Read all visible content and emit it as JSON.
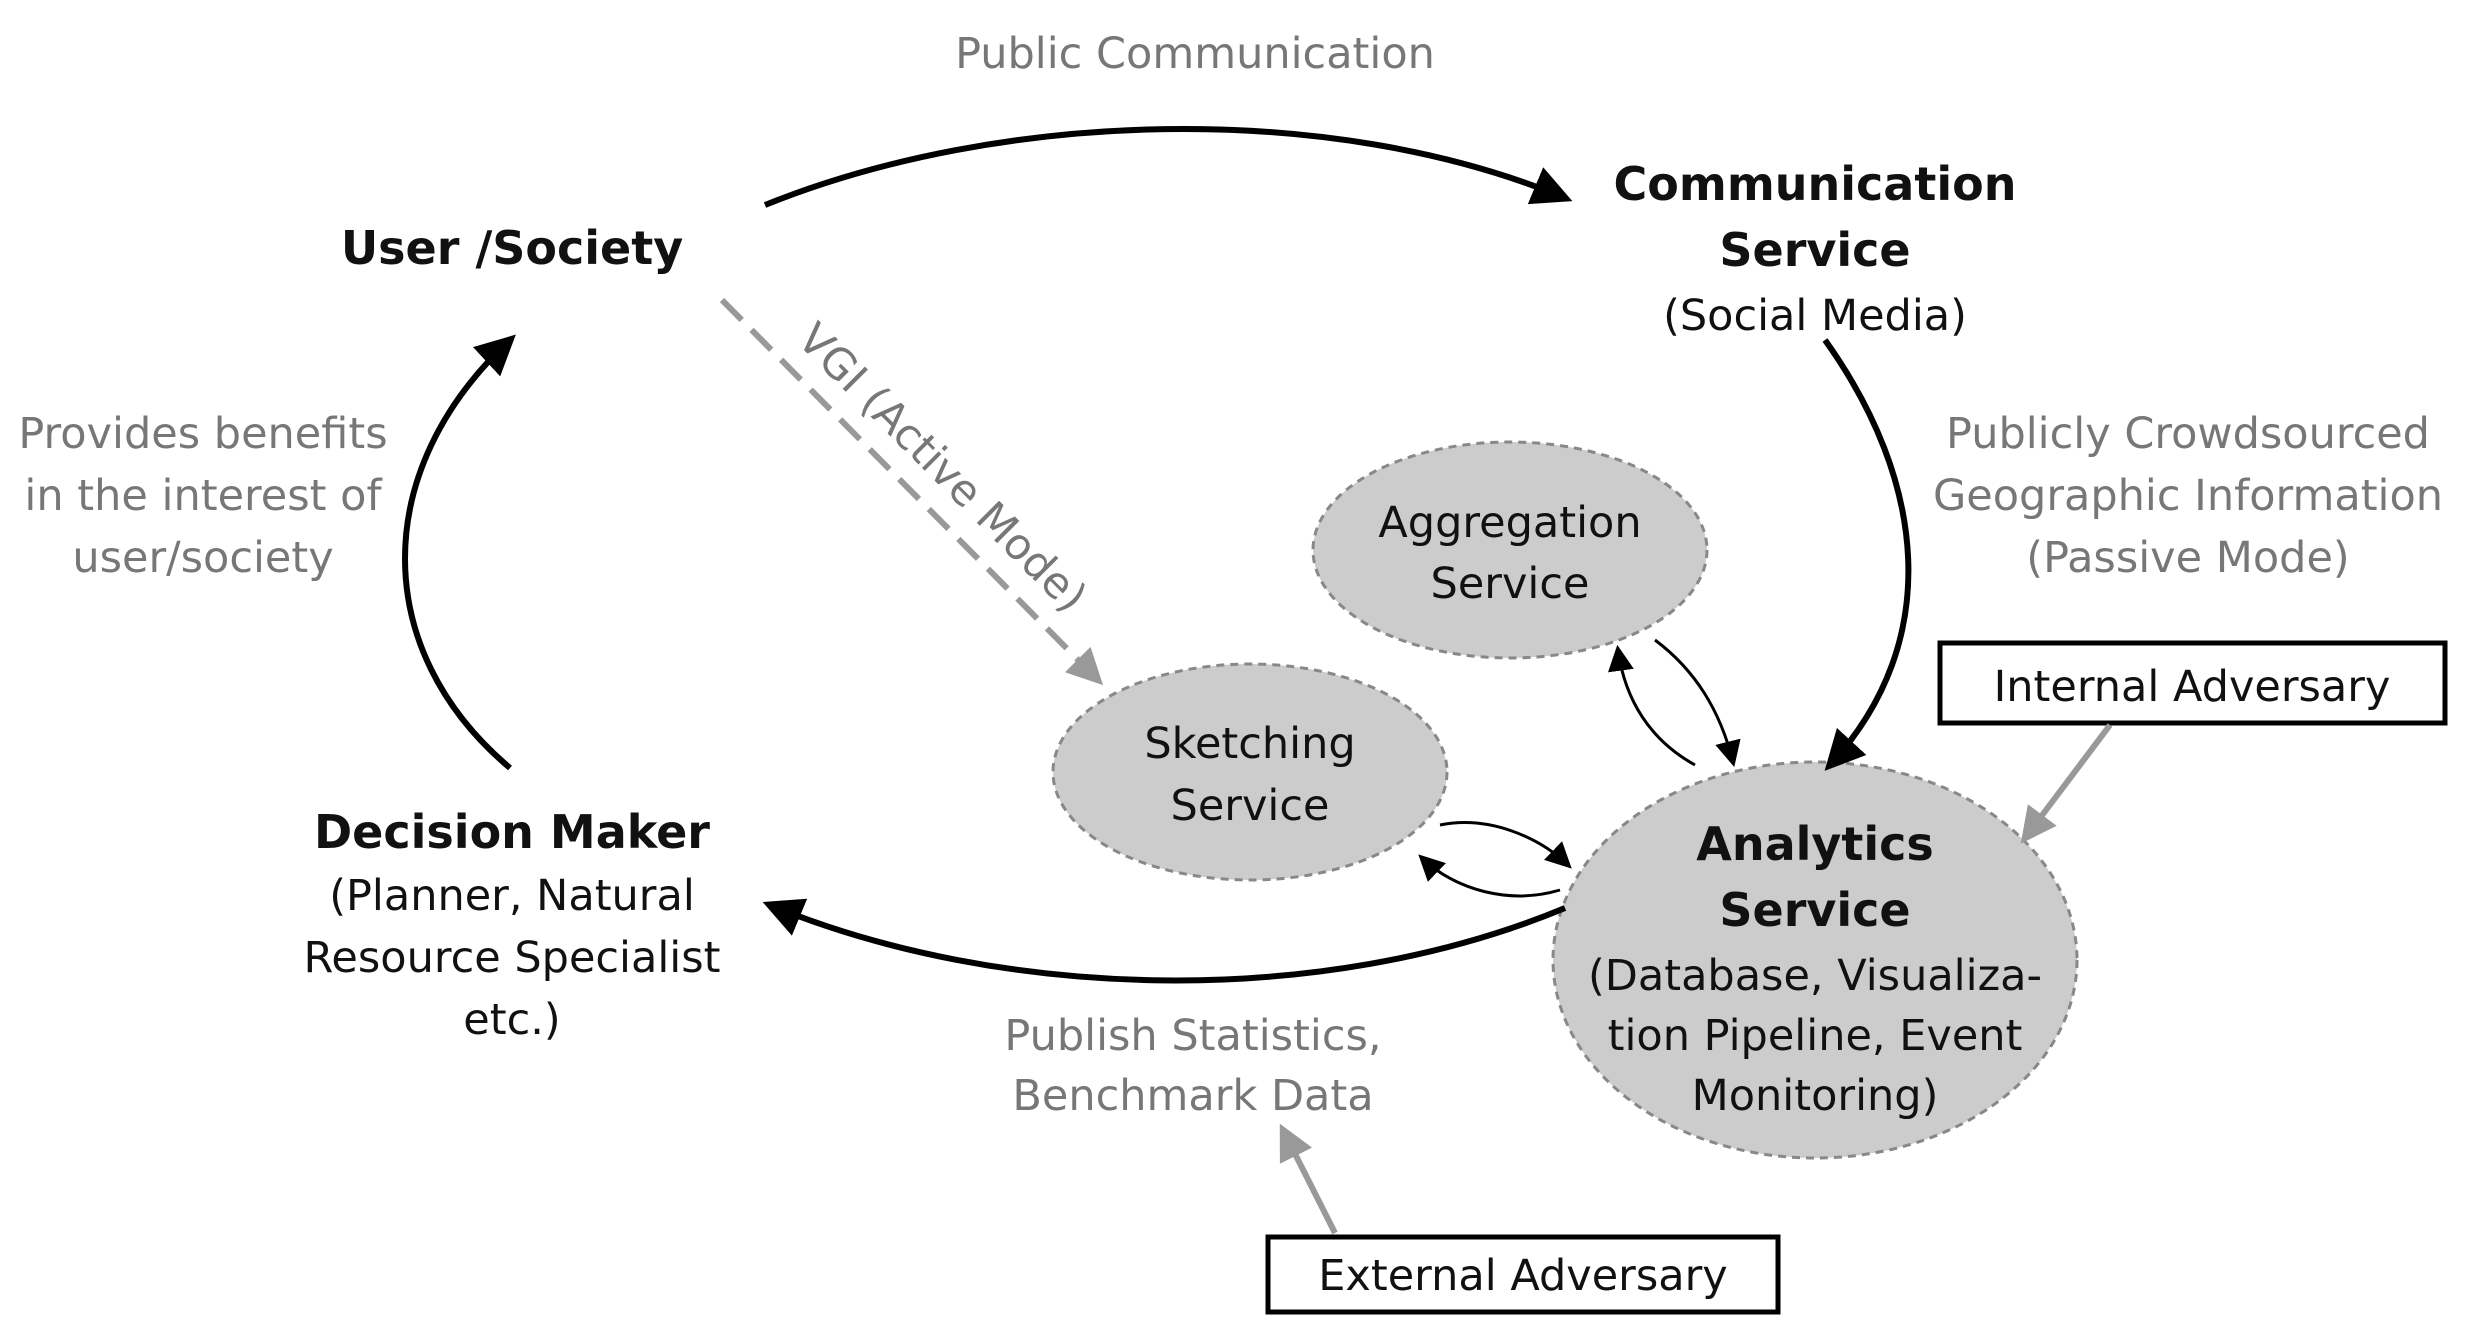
{
  "nodes": {
    "user_society": {
      "title": "User /Society"
    },
    "communication_service": {
      "title_line1": "Communication",
      "title_line2": "Service",
      "subtitle": "(Social Media)"
    },
    "decision_maker": {
      "title": "Decision Maker",
      "subtitle_line1": "(Planner, Natural",
      "subtitle_line2": "Resource Specialist",
      "subtitle_line3": "etc.)"
    },
    "aggregation_service": {
      "line1": "Aggregation",
      "line2": "Service"
    },
    "sketching_service": {
      "line1": "Sketching",
      "line2": "Service"
    },
    "analytics_service": {
      "title_line1": "Analytics",
      "title_line2": "Service",
      "subtitle_line1": "(Database, Visualiza-",
      "subtitle_line2": "tion Pipeline, Event",
      "subtitle_line3": "Monitoring)"
    },
    "internal_adversary": {
      "label": "Internal Adversary"
    },
    "external_adversary": {
      "label": "External Adversary"
    }
  },
  "edges": {
    "public_communication": {
      "label": "Public Communication"
    },
    "vgi_active": {
      "label": "VGI (Active Mode)"
    },
    "passive": {
      "line1": "Publicly Crowdsourced",
      "line2": "Geographic Information",
      "line3": "(Passive Mode)"
    },
    "benefits": {
      "line1": "Provides benefits",
      "line2": "in the interest of",
      "line3": "user/society"
    },
    "publish": {
      "line1": "Publish Statistics,",
      "line2": "Benchmark Data"
    }
  },
  "colors": {
    "ellipse_fill": "#cccccc",
    "ellipse_stroke": "#888888",
    "arrow_black": "#000000",
    "arrow_gray": "#999999",
    "gray_text": "#777777"
  }
}
